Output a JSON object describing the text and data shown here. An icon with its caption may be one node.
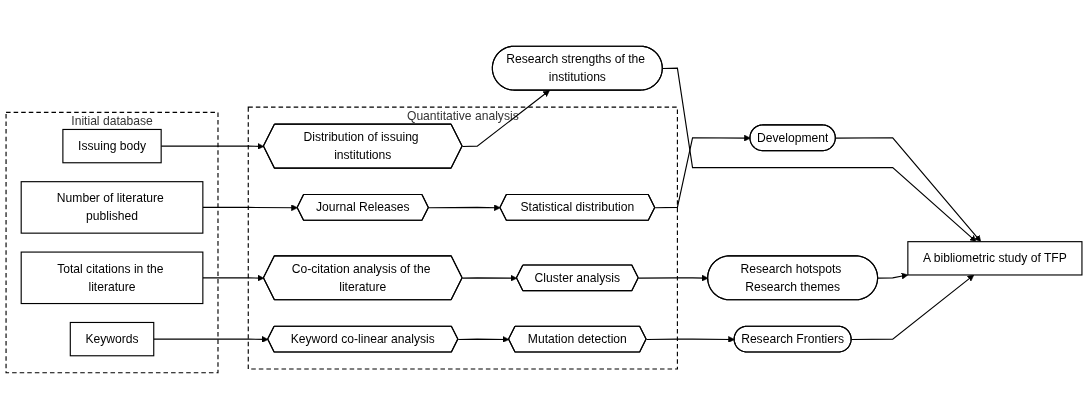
{
  "diagram": {
    "nodes": [
      {
        "text": [
          "Initial database"
        ]
      },
      {
        "text": [
          "Number of literature published"
        ],
        "in": 0
      },
      {
        "text": [
          "Issuing body"
        ],
        "in": 0
      },
      {
        "text": [
          "Total citations in the literature"
        ],
        "in": 0
      },
      {
        "text": [
          "Keywords"
        ],
        "in": 0
      },
      {
        "text": [
          "Quantitative analysis"
        ]
      },
      {
        "text": [
          "Journal Releases"
        ],
        "in": 5
      },
      {
        "text": [
          "Statistical distribution"
        ],
        "in": 5
      },
      {
        "text": [
          "Distribution of issuing institutions"
        ],
        "in": 5
      },
      {
        "text": [
          "Co-citation analysis of the literature"
        ],
        "in": 5
      },
      {
        "text": [
          "Cluster analysis"
        ],
        "in": 5
      },
      {
        "text": [
          "Keyword co-linear analysis"
        ],
        "in": 5
      },
      {
        "text": [
          "Mutation detection"
        ],
        "in": 5
      },
      {
        "text": [
          "Development"
        ]
      },
      {
        "text": [
          "Research strengths of the institutions"
        ]
      },
      {
        "text": [
          "Research hotspots Research themes"
        ]
      },
      {
        "text": [
          "Research Frontiers"
        ]
      },
      {
        "text": [
          "A bibliometric study of TFP"
        ]
      }
    ],
    "edges": [
      {
        "from": 1,
        "to": 6,
        "arrow": "to"
      },
      {
        "from": 6,
        "to": 7,
        "arrow": "to"
      },
      {
        "from": 7,
        "to": 13,
        "arrow": "to"
      },
      {
        "from": 2,
        "to": 8,
        "arrow": "to"
      },
      {
        "from": 8,
        "to": 14,
        "arrow": "to"
      },
      {
        "from": 3,
        "to": 9,
        "arrow": "to"
      },
      {
        "from": 9,
        "to": 10,
        "arrow": "to"
      },
      {
        "from": 10,
        "to": 15,
        "arrow": "to"
      },
      {
        "from": 4,
        "to": 11,
        "arrow": "to"
      },
      {
        "from": 11,
        "to": 12,
        "arrow": "to"
      },
      {
        "from": 12,
        "to": 16,
        "arrow": "to"
      },
      {
        "from": 13,
        "to": 17,
        "arrow": "to"
      },
      {
        "from": 14,
        "to": 17,
        "arrow": "to"
      },
      {
        "from": 15,
        "to": 17,
        "arrow": "to"
      },
      {
        "from": 16,
        "to": 17,
        "arrow": "to"
      }
    ]
  }
}
